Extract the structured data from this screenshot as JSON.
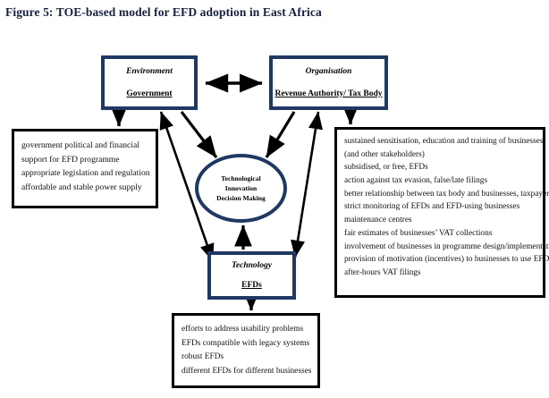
{
  "figure": {
    "title": "Figure 5: TOE-based model for EFD adoption in East Africa"
  },
  "nodes": {
    "environment": {
      "category": "Environment",
      "actor": "Government"
    },
    "organisation": {
      "category": "Organisation",
      "actor": "Revenue Authority/ Tax Body"
    },
    "technology": {
      "category": "Technology",
      "actor": "EFDs"
    },
    "core": {
      "line1": "Technological",
      "line2": "Innovation",
      "line3": "Decision Making"
    }
  },
  "details": {
    "environment_items": [
      "government political and financial",
      "support for EFD programme",
      "appropriate legislation and regulation",
      "affordable and stable power supply"
    ],
    "organisation_items": [
      "sustained sensitisation, education and training of businesses",
      "(and other stakeholders)",
      "subsidised, or free, EFDs",
      "action against tax evasion, false/late filings",
      "better relationship between tax body and businesses, taxpayers",
      "strict monitoring of EFDs and EFD-using businesses",
      "maintenance centres",
      "fair estimates of businesses’ VAT collections",
      "involvement of businesses in programme design/implementation",
      "provision of motivation (incentives) to businesses to use EFDs",
      "after-hours VAT filings"
    ],
    "technology_items": [
      "efforts to address usability problems",
      "EFDs compatible with legacy systems",
      "robust EFDs",
      "different EFDs for different businesses"
    ]
  },
  "connectors": [
    {
      "name": "environment-organisation-link",
      "type": "double-arrow"
    },
    {
      "name": "environment-to-detail",
      "type": "single-arrow"
    },
    {
      "name": "organisation-to-detail",
      "type": "single-arrow"
    },
    {
      "name": "technology-to-detail",
      "type": "single-arrow"
    },
    {
      "name": "environment-to-core",
      "type": "single-arrow"
    },
    {
      "name": "organisation-to-core",
      "type": "single-arrow"
    },
    {
      "name": "technology-to-core",
      "type": "single-arrow"
    },
    {
      "name": "environment-technology-link",
      "type": "double-arrow"
    },
    {
      "name": "organisation-technology-link",
      "type": "double-arrow"
    }
  ],
  "colors": {
    "node_border": "#1f3864",
    "detail_border": "#000000",
    "connector": "#000000",
    "title_text": "#16213f",
    "background": "#ffffff"
  }
}
